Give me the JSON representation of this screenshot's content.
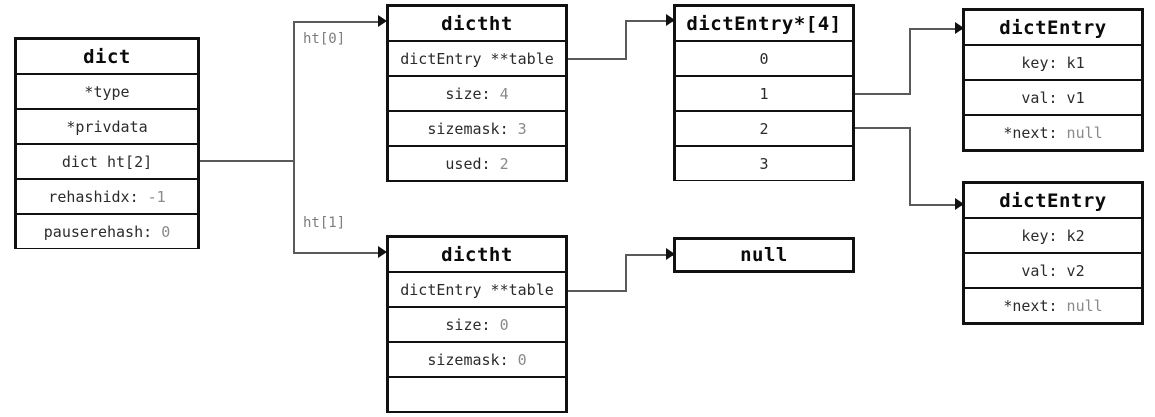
{
  "diagram": {
    "title": "redis dict / dictht / dictEntry structure diagram",
    "colors": {
      "border": "#111111",
      "connector": "#5a5a5a",
      "label_text": "#2b2b2b",
      "dim_value": "#8a8a8a",
      "background": "#ffffff"
    },
    "nodes": {
      "dict": {
        "header": "dict",
        "rows": [
          {
            "label": "*type"
          },
          {
            "label": "*privdata"
          },
          {
            "label": "dict ht[2]"
          },
          {
            "label": "rehashidx: ",
            "value": "-1"
          },
          {
            "label": "pauserehash: ",
            "value": "0"
          }
        ]
      },
      "dictht_0": {
        "header": "dictht",
        "rows": [
          {
            "label": "dictEntry **table"
          },
          {
            "label": "size: ",
            "value": "4"
          },
          {
            "label": "sizemask: ",
            "value": "3"
          },
          {
            "label": "used: ",
            "value": "2"
          }
        ]
      },
      "dictht_1": {
        "header": "dictht",
        "rows": [
          {
            "label": "dictEntry **table"
          },
          {
            "label": "size: ",
            "value": "0"
          },
          {
            "label": "sizemask: ",
            "value": "0"
          }
        ]
      },
      "bucket_array": {
        "header": "dictEntry*[4]",
        "rows": [
          {
            "label": "0"
          },
          {
            "label": "1"
          },
          {
            "label": "2"
          },
          {
            "label": "3"
          }
        ]
      },
      "null_table": {
        "header": "null"
      },
      "entry_1": {
        "header": "dictEntry",
        "rows": [
          {
            "label": "key: ",
            "value": "k1"
          },
          {
            "label": "val: ",
            "value": "v1"
          },
          {
            "label": "*next: ",
            "value": "null"
          }
        ]
      },
      "entry_2": {
        "header": "dictEntry",
        "rows": [
          {
            "label": "key: ",
            "value": "k2"
          },
          {
            "label": "val: ",
            "value": "v2"
          },
          {
            "label": "*next: ",
            "value": "null"
          }
        ]
      }
    },
    "edge_labels": {
      "ht0": "ht[0]",
      "ht1": "ht[1]"
    }
  }
}
